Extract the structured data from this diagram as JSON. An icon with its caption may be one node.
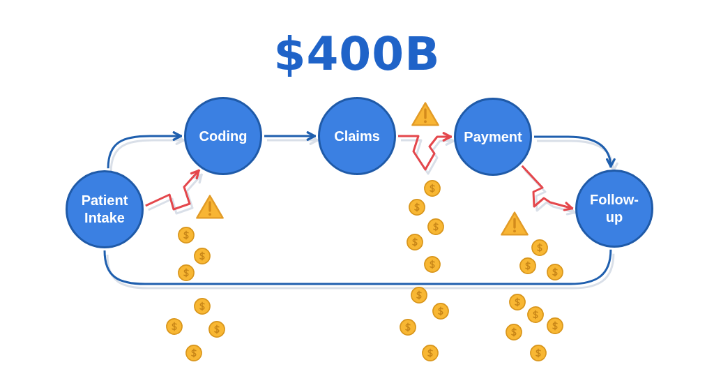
{
  "diagram": {
    "title": "$400B",
    "nodes": [
      {
        "text": [
          "Patient Intake"
        ]
      },
      {
        "text": [
          "Coding"
        ]
      },
      {
        "text": [
          "Claims"
        ]
      },
      {
        "text": [
          "Payment"
        ]
      },
      {
        "text": [
          "Follow-up"
        ]
      }
    ],
    "edges": [
      {
        "from": 0,
        "to": 1,
        "arrow": "to"
      },
      {
        "from": 0,
        "to": 1,
        "arrow": "to",
        "color": "#e4474c"
      },
      {
        "from": 1,
        "to": 2,
        "arrow": "to"
      },
      {
        "from": 2,
        "to": 3,
        "arrow": "to",
        "color": "#e4474c"
      },
      {
        "from": 3,
        "to": 4,
        "arrow": "to"
      },
      {
        "from": 3,
        "to": 4,
        "arrow": "to",
        "color": "#e4474c"
      },
      {
        "from": 4,
        "to": 0,
        "arrow": "none"
      }
    ]
  }
}
